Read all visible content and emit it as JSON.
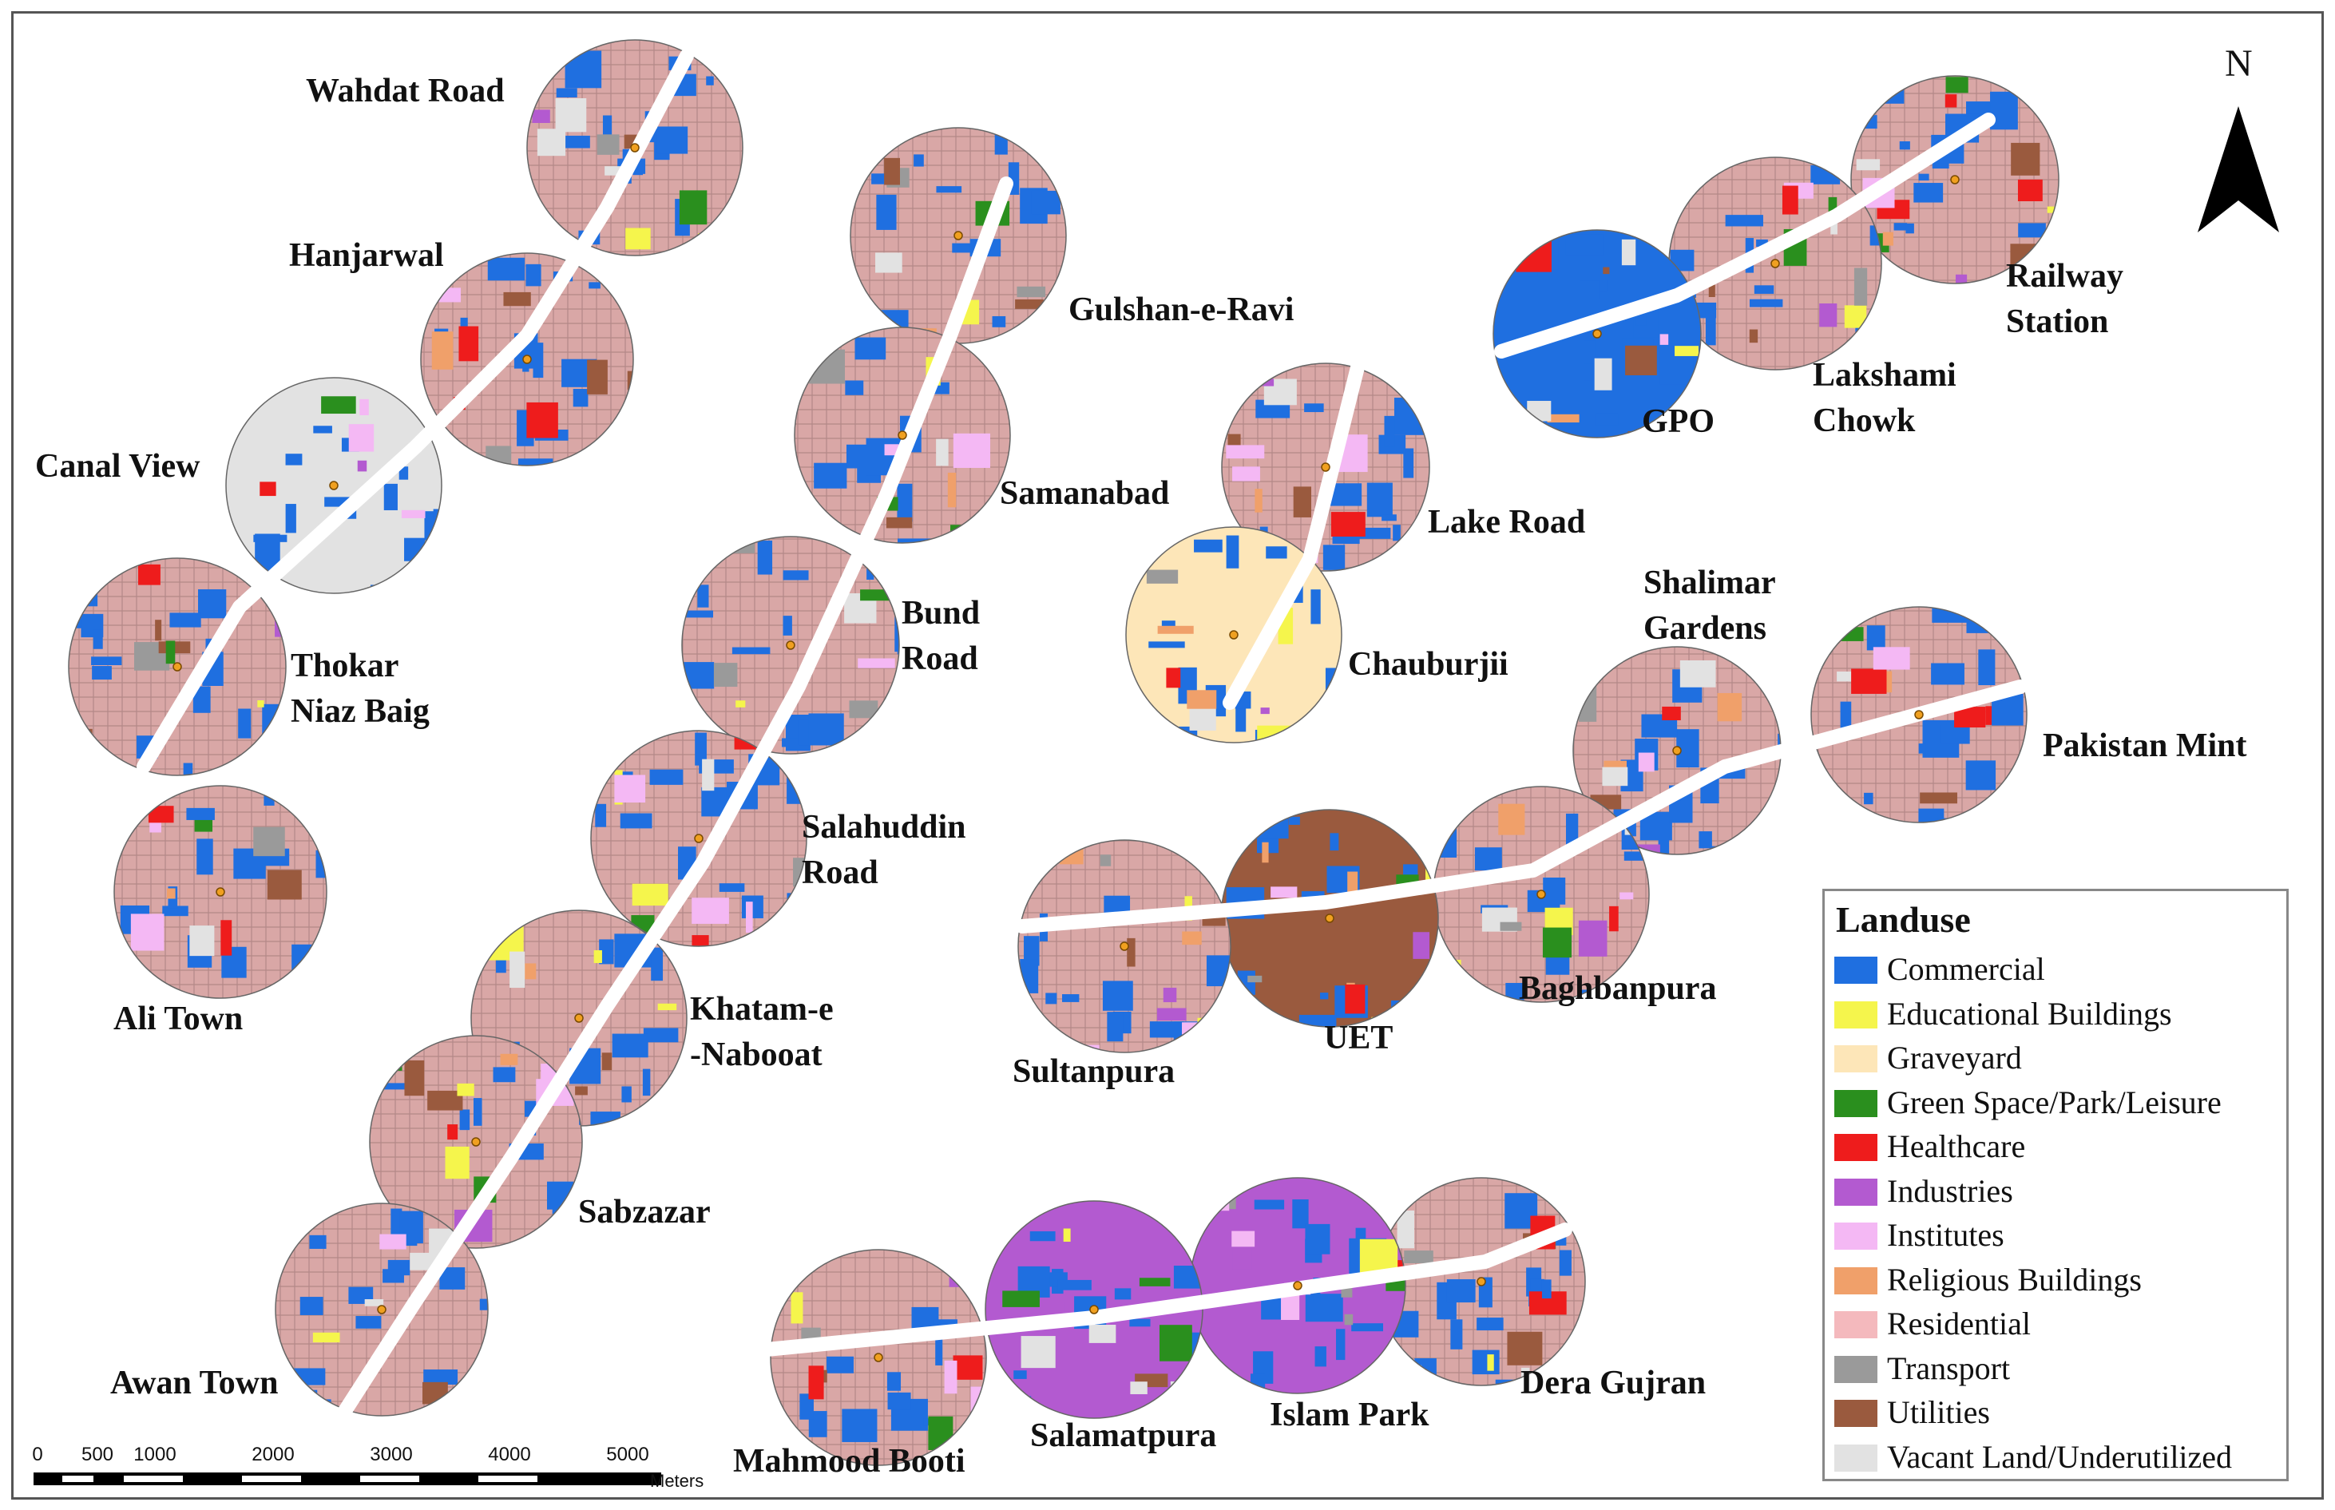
{
  "legend": {
    "title": "Landuse",
    "items": [
      {
        "label": "Commercial",
        "color": "#1f6fe0"
      },
      {
        "label": "Educational Buildings",
        "color": "#f5f54c"
      },
      {
        "label": "Graveyard",
        "color": "#fde6b8"
      },
      {
        "label": "Green Space/Park/Leisure",
        "color": "#2a8f1e"
      },
      {
        "label": "Healthcare",
        "color": "#ee1c1c"
      },
      {
        "label": "Industries",
        "color": "#b35ad0"
      },
      {
        "label": "Institutes",
        "color": "#f4b8f4"
      },
      {
        "label": "Religious Buildings",
        "color": "#f0a06a"
      },
      {
        "label": "Residential",
        "color": "#f4b9bd"
      },
      {
        "label": "Transport",
        "color": "#9a9a9a"
      },
      {
        "label": "Utilities",
        "color": "#9a5a3e"
      },
      {
        "label": "Vacant Land/Underutilized",
        "color": "#e2e2e2"
      }
    ]
  },
  "north_arrow": {
    "letter": "N"
  },
  "scale_bar": {
    "ticks": [
      "0",
      "500",
      "1000",
      "2000",
      "3000",
      "4000",
      "5000"
    ],
    "units": "Meters"
  },
  "stations": {
    "wahdat_road": "Wahdat Road",
    "hanjarwal": "Hanjarwal",
    "canal_view": "Canal View",
    "thokar_niaz_baig": "Thokar\nNiaz Baig",
    "ali_town": "Ali Town",
    "gulshan_e_ravi": "Gulshan-e-Ravi",
    "samanabad": "Samanabad",
    "bund_road": "Bund\nRoad",
    "salahuddin_road": "Salahuddin\nRoad",
    "khatam_e_nabooat": "Khatam-e\n-Nabooat",
    "sabzazar": "Sabzazar",
    "awan_town": "Awan Town",
    "lake_road": "Lake Road",
    "chauburjii": "Chauburjii",
    "railway_station": "Railway\nStation",
    "lakshami_chowk": "Lakshami\nChowk",
    "gpo": "GPO",
    "shalimar_gardens": "Shalimar\nGardens",
    "pakistan_mint": "Pakistan Mint",
    "baghbanpura": "Baghbanpura",
    "uet": "UET",
    "sultanpura": "Sultanpura",
    "dera_gujran": "Dera Gujran",
    "islam_park": "Islam Park",
    "salamatpura": "Salamatpura",
    "mahmood_booti": "Mahmood Booti"
  }
}
